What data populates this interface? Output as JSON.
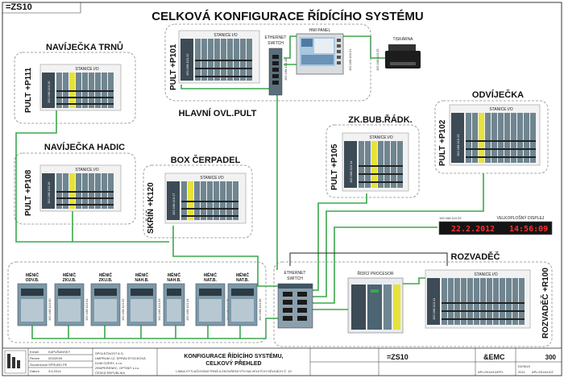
{
  "sheet": {
    "id": "=ZS10",
    "title": "CELKOVÁ KONFIGURACE ŘÍDÍCÍHO SYSTÉMU"
  },
  "labels": {
    "stanice_io": "STANICE I/O",
    "ethernet_switch_1": "ETHERNET",
    "ethernet_switch_2": "SWITCH",
    "hmi_panel": "HMI PANEL",
    "tiskarna": "TISKÁRNA",
    "ridici_procesor": "ŘÍDÍCÍ PROCESOR",
    "velkoplosny_displej": "VELKOPLOŠNÝ DISPLEJ"
  },
  "groups": {
    "navijecka_trnu": "NAVÍJEČKA TRNŮ",
    "navijecka_hadic": "NAVÍJEČKA HADIC",
    "box_cerpadel": "BOX ČERPADEL",
    "hlavni_pult": "HLAVNÍ OVL.PULT",
    "zk_bub": "ZK.BUB.ŘÁDK.",
    "odvijecka": "ODVÍJEČKA",
    "rozvadec": "ROZVADĚČ"
  },
  "pults": {
    "p111": "PULT +P111",
    "p108": "PULT +P108",
    "k120": "SKŘÍŇ +K120",
    "p101": "PULT +P101",
    "p105": "PULT +P105",
    "p102": "PULT +P102",
    "r100": "ROZVADĚČ +R100"
  },
  "menice": [
    {
      "l1": "MĚNIČ",
      "l2": "ODV.B."
    },
    {
      "l1": "MĚNIČ",
      "l2": "ZKU.B."
    },
    {
      "l1": "MĚNIČ",
      "l2": "ZKU.B."
    },
    {
      "l1": "MĚNIČ",
      "l2": "NAH.B."
    },
    {
      "l1": "MĚNIČ",
      "l2": "NAH.B."
    },
    {
      "l1": "MĚNIČ",
      "l2": "NAT.B."
    },
    {
      "l1": "MĚNIČ",
      "l2": "NAT.B."
    }
  ],
  "display": {
    "date": "22.2.2012",
    "time": "14:56:09",
    "ip": "192.168.110.29"
  },
  "ips": {
    "io_trnu": "192.168.110.15",
    "io_hadic": "192.168.110.16",
    "io_box": "192.168.110.17",
    "io_pult": "192.168.110.12",
    "switch_top": "192.168.110.18",
    "hmi": "192.168.110.21",
    "tisk": "192.168.110.25",
    "io_zk": "192.168.110.14",
    "io_odv": "192.168.110.13",
    "io_rozv": "192.168.110.11",
    "menic": [
      "192.168.110.30",
      "192.168.110.31",
      "192.168.110.32",
      "192.168.110.33",
      "192.168.110.34",
      "192.168.110.35",
      "192.168.110.36"
    ]
  },
  "titleblock": {
    "drawn_lbl": "Kreslil",
    "drawn_by": "KAPUŠANSKÝ",
    "rev_lbl": "Revize",
    "rev": "003/ZK05",
    "check_lbl": "Zkontroloval",
    "check_by": "SPRUBO PE",
    "date_lbl": "Datum",
    "date": "3.6.2014",
    "company": "SPOLEČNOST A.S.",
    "company2": "UMPRUM CZ, SPRAV.STOCKOVÁ",
    "customer": "DUM OZERY, s.r.o.",
    "customer2": "ZEMPERENEC, OPTIBIT s.r.o.",
    "country": "ČESKÁ REPUBLIKA",
    "drawing_title1": "KONFIGURACE ŘÍDÍCÍHO SYSTÉMU,",
    "drawing_title2": "CELKOVÝ PŘEHLED",
    "drawing_sub": "LINKA VYTLAČOVÁNÍ TRNŮ A ZKOUŠENÍ VTH NA VELKÝCH DĚLKÁCH Č. 10",
    "code": "=ZS10",
    "emc": "&EMC",
    "sheet_no": "300",
    "sheet_lbl": "E6780/4",
    "year": "2011",
    "footer1": "APL/2014/12/EPL",
    "footer2": "APL/2014/12/Z"
  }
}
